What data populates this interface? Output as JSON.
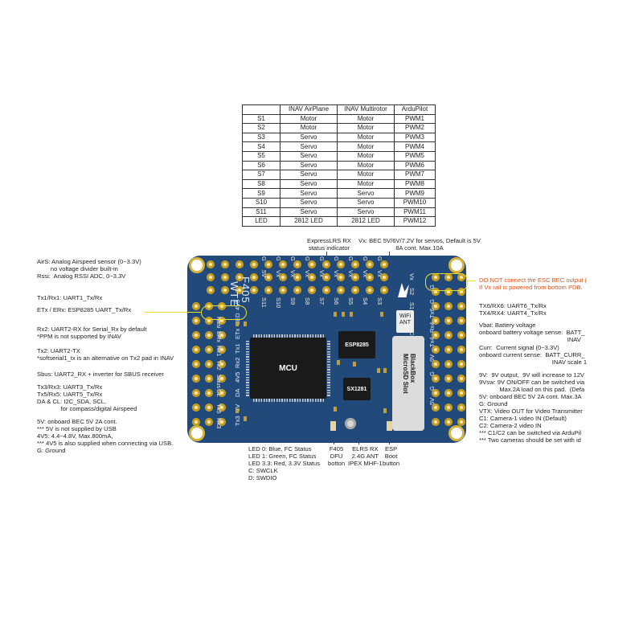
{
  "table": {
    "headers": [
      "",
      "INAV AirPlane",
      "INAV Multirotor",
      "ArduPilot"
    ],
    "rows": [
      [
        "S1",
        "Motor",
        "Motor",
        "PWM1"
      ],
      [
        "S2",
        "Motor",
        "Motor",
        "PWM2"
      ],
      [
        "S3",
        "Servo",
        "Motor",
        "PWM3"
      ],
      [
        "S4",
        "Servo",
        "Motor",
        "PWM4"
      ],
      [
        "S5",
        "Servo",
        "Motor",
        "PWM5"
      ],
      [
        "S6",
        "Servo",
        "Motor",
        "PWM6"
      ],
      [
        "S7",
        "Servo",
        "Motor",
        "PWM7"
      ],
      [
        "S8",
        "Servo",
        "Motor",
        "PWM8"
      ],
      [
        "S9",
        "Servo",
        "Servo",
        "PWM9"
      ],
      [
        "S10",
        "Servo",
        "Servo",
        "PWM10"
      ],
      [
        "S11",
        "Servo",
        "Servo",
        "PWM11"
      ],
      [
        "LED",
        "2812 LED",
        "2812 LED",
        "PWM12"
      ]
    ]
  },
  "top_notes": {
    "elrs_indicator": "ExpressLRS RX\nstatus indicator",
    "vx_bec": "Vx: BEC 5V/6V/7.2V for servos, Default is 5V\n8A cont. Max.10A"
  },
  "left_notes": {
    "airs": "AirS: Analog Airspeed sensor (0~3.3V)\n        no voltage divider built-in\nRssi:  Analog RSSI ADC, 0~3.3V",
    "tx1": "Tx1/Rx1: UART1_Tx/Rx",
    "etx": "ETx / ERx: ESP8285 UART_Tx/Rx",
    "rx2": "Rx2: UART2-RX for Serial_Rx by default\n*PPM is not supported by INAV",
    "tx2": "Tx2: UART2-TX\n*softserial1_tx is an alternative on Tx2 pad in INAV",
    "sbus": "Sbus: UART2_RX + inverter for SBUS receiver",
    "tx3": "Tx3/Rx3: UART3_Tx/Rx\nTx5/Rx5: UART5_Tx/Rx\nDA & CL: I2C_SDA, SCL,\n              for compass/digital Airspeed",
    "fivev": "5V: onboard BEC 5V 2A cont.\n*** 5V is not supplied by USB\n4V5: 4.4~4.8V, Max.800mA,\n*** 4V5 is also supplied when connecting via USB.\nG: Ground"
  },
  "right_notes": {
    "esc_warning": "DO NOT connect the ESC BEC output (\nIf Vx rail is powered from bottom PDB.",
    "tx6": "TX6/RX6: UART6_Tx/Rx\nTX4/RX4: UART4_Tx/Rx",
    "vbat": "Vbat: Battery voltage\nonboard battery voltage sense:  BATT_\n                                                    INAV",
    "curr": "Curr:  Current signal (0~3.3V)\nonboard current sense:  BATT_CURR_\n                                           INAV scale 1",
    "ninev": "9V:  9V output,  9V will increase to 12V\n9Vsw: 9V ON/OFF can be switched via\n            Max.2A load on this pad.  (Defa\n5V: onboard BEC 5V 2A cont. Max.3A\nG: Ground\nVTX: Video OUT for Video Transmitter\nC1: Camera-1 video IN (Default)\nC2: Camera-2 video IN\n*** C1/C2 can be switched via ArduPil\n*** Two cameras should be set with id"
  },
  "bottom_notes": {
    "leds": "LED 0: Blue, FC Status\nLED 1: Green, FC Status\nLED 3.3: Red, 3.3V Status\nC: SWCLK\nD: SWDIO",
    "f405": "F405\nDFU\nbotton",
    "elrs": "ELRS RX\n2.4G ANT\nIPEX MHF-1",
    "esp": "ESP\nBoot\nbutton"
  },
  "board": {
    "model": "F405",
    "brand": "WTE",
    "mcu": "MCU",
    "esp_chip": "ESP8285",
    "sx_chip": "SX1281",
    "wifi": "WiFi\nANT",
    "sd_slot": "BlackBox\nMicroSD Slot",
    "top_row": [
      "G",
      "G",
      "G",
      "G",
      "G",
      "G",
      "G",
      "G",
      "G"
    ],
    "top_row2": [
      "5V",
      "Vx",
      "Vx",
      "Vx",
      "Vx",
      "Vx",
      "Vx",
      "Vx",
      "Vx"
    ],
    "servo_labels": [
      "S11",
      "S10",
      "S9",
      "S8",
      "S7",
      "S6",
      "S5",
      "S4",
      "S3"
    ],
    "left_col": [
      "4V5",
      "LED",
      "ETx",
      "Tx1",
      "Rx2",
      "4V5",
      "DA",
      "5V",
      "Tx3"
    ],
    "left_col2": [
      "Rssi",
      "ERx",
      "Rx1",
      "Tx2",
      "Sbus",
      "CL",
      "Tx5",
      "Rx3"
    ],
    "right_col": [
      "Vx",
      "S2",
      "S1",
      "Rx6",
      "Curr",
      "Vbat",
      "9Vsw",
      "C2",
      "C1",
      "VTX"
    ],
    "right_col2": [
      "G",
      "G",
      "Tx6",
      "Rx4",
      "Tx4",
      "9V",
      "G",
      "G",
      "5V"
    ],
    "colors": {
      "pcb": "#214a7a",
      "pad": "#d8b43a",
      "highlight": "#f1dc2b",
      "warning": "#d9541e"
    }
  }
}
